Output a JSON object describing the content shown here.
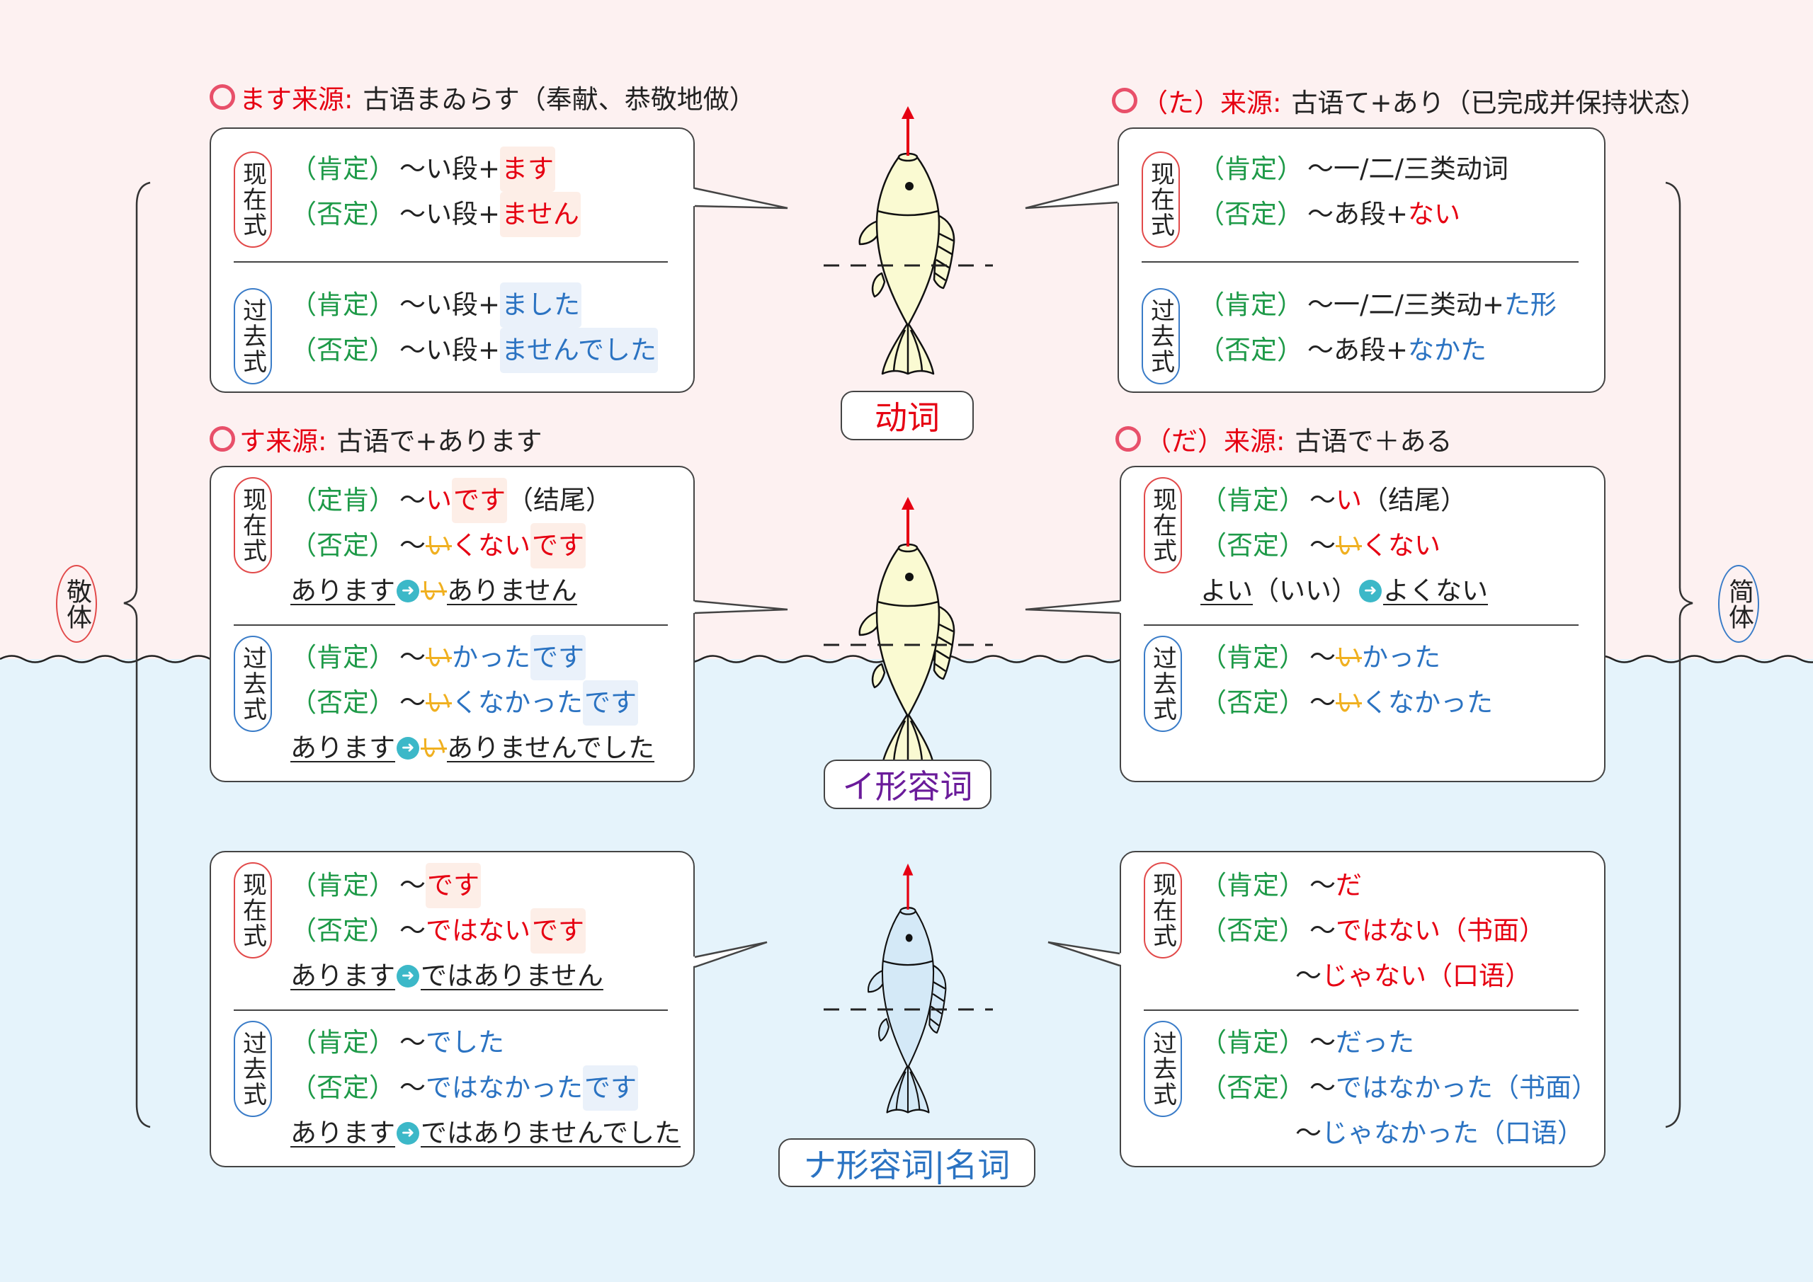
{
  "colors": {
    "top_bg": "#fdf1f1",
    "water_bg": "#e5f3fb",
    "red": "#e60012",
    "blue": "#2b73c2",
    "green": "#1e9a48",
    "strike": "#f0b020",
    "purple": "#6a1b9a",
    "arrow": "#3cb8c8",
    "fish_yellow": "#fafad2",
    "fish_blue": "#d4e9f7"
  },
  "side_labels": {
    "left": "敬体",
    "right": "简体"
  },
  "pos_labels": {
    "verb": "动词",
    "i_adj": "イ形容词",
    "na_adj": "ナ形容词|名词"
  },
  "sources": {
    "tl": {
      "highlight": "ます来源:",
      "text": "古语まゐらす（奉献、恭敬地做）"
    },
    "tr": {
      "highlight": "（た）来源:",
      "text": "古语て+あり（已完成并保持状态）"
    },
    "ml": {
      "highlight": "す来源:",
      "text": "古语で+あります"
    },
    "mr": {
      "highlight": "（だ）来源:",
      "text": "古语で＋ある"
    }
  },
  "boxes": {
    "tl": {
      "sections": [
        {
          "tag": "现在式",
          "lines": [
            [
              {
                "s": "label",
                "t": "（肯定）"
              },
              {
                "s": "k",
                "t": "～い段+"
              },
              {
                "s": "rh",
                "t": "ます"
              }
            ],
            [
              {
                "s": "label",
                "t": "（否定）"
              },
              {
                "s": "k",
                "t": "～い段+"
              },
              {
                "s": "rh",
                "t": "ません"
              }
            ]
          ]
        },
        {
          "tag": "过去式",
          "lines": [
            [
              {
                "s": "label",
                "t": "（肯定）"
              },
              {
                "s": "k",
                "t": "～い段+"
              },
              {
                "s": "bh",
                "t": "ました"
              }
            ],
            [
              {
                "s": "label",
                "t": "（否定）"
              },
              {
                "s": "k",
                "t": "～い段+"
              },
              {
                "s": "bh",
                "t": "ませんでした"
              }
            ]
          ]
        }
      ]
    },
    "tr": {
      "sections": [
        {
          "tag": "现在式",
          "lines": [
            [
              {
                "s": "label",
                "t": "（肯定）"
              },
              {
                "s": "k",
                "t": "～一/二/三类动词"
              }
            ],
            [
              {
                "s": "label",
                "t": "（否定）"
              },
              {
                "s": "k",
                "t": "～あ段+"
              },
              {
                "s": "r",
                "t": "ない"
              }
            ]
          ]
        },
        {
          "tag": "过去式",
          "lines": [
            [
              {
                "s": "label",
                "t": "（肯定）"
              },
              {
                "s": "k",
                "t": "～一/二/三类动+"
              },
              {
                "s": "b",
                "t": "た形"
              }
            ],
            [
              {
                "s": "label",
                "t": "（否定）"
              },
              {
                "s": "k",
                "t": "～あ段+"
              },
              {
                "s": "b",
                "t": "なかた"
              }
            ]
          ]
        }
      ]
    },
    "ml": {
      "sections": [
        {
          "tag": "现在式",
          "lines": [
            [
              {
                "s": "label",
                "t": "（定肯）"
              },
              {
                "s": "k",
                "t": "～"
              },
              {
                "s": "r",
                "t": "い"
              },
              {
                "s": "rh",
                "t": "です"
              },
              {
                "s": "k",
                "t": "（结尾）"
              }
            ],
            [
              {
                "s": "label",
                "t": "（否定）"
              },
              {
                "s": "k",
                "t": "～"
              },
              {
                "s": "x",
                "t": "い"
              },
              {
                "s": "r",
                "t": "くない"
              },
              {
                "s": "rh",
                "t": "です"
              }
            ],
            [
              {
                "s": "u",
                "t": "あります"
              },
              {
                "s": "arrow",
                "icon": "arrow-right-circle-icon"
              },
              {
                "s": "x",
                "t": "い"
              },
              {
                "s": "u",
                "t": "ありません"
              }
            ]
          ]
        },
        {
          "tag": "过去式",
          "lines": [
            [
              {
                "s": "label",
                "t": "（肯定）"
              },
              {
                "s": "k",
                "t": "～"
              },
              {
                "s": "x",
                "t": "い"
              },
              {
                "s": "b",
                "t": "かった"
              },
              {
                "s": "bh",
                "t": "です"
              }
            ],
            [
              {
                "s": "label",
                "t": "（否定）"
              },
              {
                "s": "k",
                "t": "～"
              },
              {
                "s": "x",
                "t": "い"
              },
              {
                "s": "b",
                "t": "くなかった"
              },
              {
                "s": "bh",
                "t": "です"
              }
            ],
            [
              {
                "s": "u",
                "t": "あります"
              },
              {
                "s": "arrow",
                "icon": "arrow-right-circle-icon"
              },
              {
                "s": "x",
                "t": "い"
              },
              {
                "s": "u",
                "t": "ありませんでした"
              }
            ]
          ]
        }
      ]
    },
    "mr": {
      "sections": [
        {
          "tag": "现在式",
          "lines": [
            [
              {
                "s": "label",
                "t": "（肯定）"
              },
              {
                "s": "k",
                "t": "～"
              },
              {
                "s": "r",
                "t": "い"
              },
              {
                "s": "k",
                "t": "（结尾）"
              }
            ],
            [
              {
                "s": "label",
                "t": "（否定）"
              },
              {
                "s": "k",
                "t": "～"
              },
              {
                "s": "x",
                "t": "い"
              },
              {
                "s": "r",
                "t": "くない"
              }
            ],
            [
              {
                "s": "u",
                "t": "よい"
              },
              {
                "s": "k",
                "t": "（いい）"
              },
              {
                "s": "arrow",
                "icon": "arrow-right-circle-icon"
              },
              {
                "s": "u",
                "t": "よくない"
              }
            ]
          ]
        },
        {
          "tag": "过去式",
          "lines": [
            [
              {
                "s": "label",
                "t": "（肯定）"
              },
              {
                "s": "k",
                "t": "～"
              },
              {
                "s": "x",
                "t": "い"
              },
              {
                "s": "b",
                "t": "かった"
              }
            ],
            [
              {
                "s": "label",
                "t": "（否定）"
              },
              {
                "s": "k",
                "t": "～"
              },
              {
                "s": "x",
                "t": "い"
              },
              {
                "s": "b",
                "t": "くなかった"
              }
            ]
          ]
        }
      ]
    },
    "bl": {
      "sections": [
        {
          "tag": "现在式",
          "lines": [
            [
              {
                "s": "label",
                "t": "（肯定）"
              },
              {
                "s": "k",
                "t": "～"
              },
              {
                "s": "rh",
                "t": "です"
              }
            ],
            [
              {
                "s": "label",
                "t": "（否定）"
              },
              {
                "s": "k",
                "t": "～"
              },
              {
                "s": "r",
                "t": "ではない"
              },
              {
                "s": "rh",
                "t": "です"
              }
            ],
            [
              {
                "s": "u",
                "t": "あります"
              },
              {
                "s": "arrow",
                "icon": "arrow-right-circle-icon"
              },
              {
                "s": "u",
                "t": "ではありません"
              }
            ]
          ]
        },
        {
          "tag": "过去式",
          "lines": [
            [
              {
                "s": "label",
                "t": "（肯定）"
              },
              {
                "s": "k",
                "t": "～"
              },
              {
                "s": "b",
                "t": "でした"
              }
            ],
            [
              {
                "s": "label",
                "t": "（否定）"
              },
              {
                "s": "k",
                "t": "～"
              },
              {
                "s": "b",
                "t": "ではなかった"
              },
              {
                "s": "bh",
                "t": "です"
              }
            ],
            [
              {
                "s": "u",
                "t": "あります"
              },
              {
                "s": "arrow",
                "icon": "arrow-right-circle-icon"
              },
              {
                "s": "u",
                "t": "ではありませんでした"
              }
            ]
          ]
        }
      ]
    },
    "br": {
      "sections": [
        {
          "tag": "现在式",
          "lines": [
            [
              {
                "s": "label",
                "t": "（肯定）"
              },
              {
                "s": "k",
                "t": "～"
              },
              {
                "s": "r",
                "t": "だ"
              }
            ],
            [
              {
                "s": "label",
                "t": "（否定）"
              },
              {
                "s": "k",
                "t": "～"
              },
              {
                "s": "r",
                "t": "ではない（书面）"
              }
            ],
            [
              {
                "s": "ind"
              },
              {
                "s": "k",
                "t": "～"
              },
              {
                "s": "r",
                "t": "じゃない（口语）"
              }
            ]
          ]
        },
        {
          "tag": "过去式",
          "lines": [
            [
              {
                "s": "label",
                "t": "（肯定）"
              },
              {
                "s": "k",
                "t": "～"
              },
              {
                "s": "b",
                "t": "だった"
              }
            ],
            [
              {
                "s": "label",
                "t": "（否定）"
              },
              {
                "s": "k",
                "t": "～"
              },
              {
                "s": "b",
                "t": "ではなかった（书面）"
              }
            ],
            [
              {
                "s": "ind"
              },
              {
                "s": "k",
                "t": "～"
              },
              {
                "s": "b",
                "t": "じゃなかった（口语）"
              }
            ]
          ]
        }
      ]
    }
  }
}
